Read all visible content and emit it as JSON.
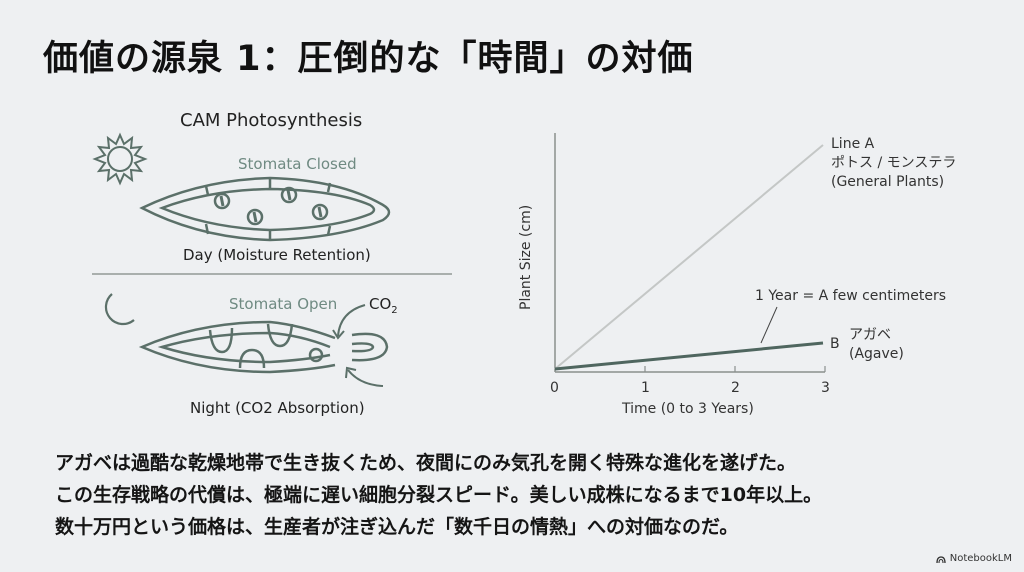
{
  "slide": {
    "title": "価値の源泉 1：圧倒的な「時間」の対価"
  },
  "diagram": {
    "title": "CAM Photosynthesis",
    "day": {
      "icon": "sun-icon",
      "stomata_label": "Stomata Closed",
      "caption": "Day (Moisture Retention)"
    },
    "night": {
      "icon": "moon-icon",
      "stomata_label": "Stomata Open",
      "co2_label": "CO",
      "co2_sub": "2",
      "caption": "Night (CO2 Absorption)"
    },
    "colors": {
      "stroke": "#5b7069",
      "label": "#6f8a82"
    }
  },
  "chart_data": {
    "type": "line",
    "title": "",
    "xlabel": "Time (0 to 3 Years)",
    "ylabel": "Plant Size (cm)",
    "x": [
      0,
      1,
      2,
      3
    ],
    "xticks": [
      "0",
      "1",
      "2",
      "3"
    ],
    "xlim": [
      0,
      3
    ],
    "grid": false,
    "series": [
      {
        "name": "Line A",
        "label_line1": "Line A",
        "label_line2": "ポトス / モンステラ",
        "label_line3": "(General Plants)",
        "values": [
          0,
          1,
          2,
          3
        ],
        "color": "#c4c7c6"
      },
      {
        "name": "B",
        "label_line1": "B",
        "label_line2": "アガベ",
        "label_line3": "(Agave)",
        "values": [
          0,
          0.09,
          0.18,
          0.27
        ],
        "color": "#4f665f"
      }
    ],
    "annotation": "1 Year = A few centimeters"
  },
  "body": {
    "lines": [
      "アガベは過酷な乾燥地帯で生き抜くため、夜間にのみ気孔を開く特殊な進化を遂げた。",
      "この生存戦略の代償は、極端に遅い細胞分裂スピード。美しい成株になるまで10年以上。",
      "数十万円という価格は、生産者が注ぎ込んだ「数千日の情熱」への対価なのだ。"
    ]
  },
  "branding": {
    "label": "NotebookLM"
  }
}
